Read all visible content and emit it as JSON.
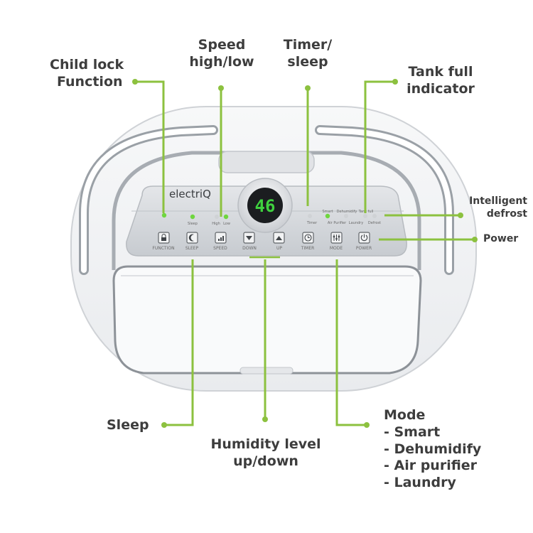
{
  "brand": "electriQ",
  "display_value": "46",
  "panel": {
    "buttons": [
      "FUNCTION",
      "SLEEP",
      "SPEED",
      "DOWN",
      "UP",
      "TIMER",
      "MODE",
      "POWER"
    ],
    "sleep_indicator": "Sleep",
    "speed_high": "High",
    "speed_low": "Low",
    "timer_indicator": "Timer",
    "mode_top": [
      "Smart",
      "Dehumidify",
      "Tank full"
    ],
    "mode_bottom": [
      "Air Purifier",
      "Laundry",
      "Defrost"
    ]
  },
  "callouts": {
    "child_lock": [
      "Child lock",
      "Function"
    ],
    "speed": [
      "Speed",
      "high/low"
    ],
    "timer": [
      "Timer/",
      "sleep"
    ],
    "tank_full": [
      "Tank full",
      "indicator"
    ],
    "defrost": [
      "Intelligent",
      "defrost"
    ],
    "power": "Power",
    "sleep": "Sleep",
    "humidity": [
      "Humidity level",
      "up/down"
    ],
    "mode_title": "Mode",
    "mode_items": [
      "- Smart",
      "- Dehumidify",
      "- Air purifier",
      "- Laundry"
    ]
  },
  "colors": {
    "accent": "#8cc13f",
    "led": "#3fd13f",
    "label": "#3d3d3d",
    "panel": "#d5d8dc"
  }
}
